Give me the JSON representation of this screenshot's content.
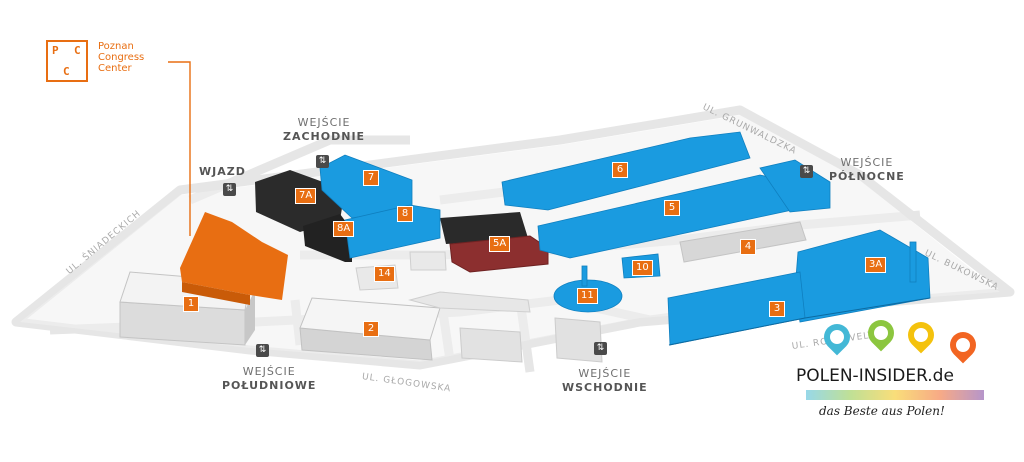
{
  "organizer_logo": {
    "mark": [
      "P",
      "C",
      "C"
    ],
    "text_lines": [
      "Poznan",
      "Congress",
      "Center"
    ]
  },
  "entrances": {
    "west": {
      "line1": "WEJŚCIE",
      "line2": "ZACHODNIE"
    },
    "north": {
      "line1": "WEJŚCIE",
      "line2": "PÓŁNOCNE"
    },
    "south": {
      "line1": "WEJŚCIE",
      "line2": "POŁUDNIOWE"
    },
    "east": {
      "line1": "WEJŚCIE",
      "line2": "WSCHODNIE"
    },
    "drive_in": "WJAZD"
  },
  "streets": {
    "grunwaldzka": "UL. GRUNWALDZKA",
    "sniadeckich": "UL. ŚNIADECKICH",
    "bukowska": "UL. BUKOWSKA",
    "glogowska": "UL. GŁOGOWSKA",
    "roosevelta": "UL. ROOSEVELTA"
  },
  "buildings": {
    "b1": "1",
    "b2": "2",
    "b3": "3",
    "b3a": "3A",
    "b4": "4",
    "b5": "5",
    "b5a": "5A",
    "b6": "6",
    "b7": "7",
    "b7a": "7A",
    "b8": "8",
    "b8a": "8A",
    "b10": "10",
    "b11": "11",
    "b14": "14"
  },
  "colors": {
    "congress_center": "#e86e12",
    "pavilion_blue": "#1a9be0",
    "pavilion_dark": "#2b2b2b",
    "pavilion_red": "#8c2f2f",
    "pavilion_grey": "#d9d9d9",
    "road": "#e6e6e6",
    "label_orange": "#e86e12"
  },
  "watermark": {
    "name": "POLEN-INSIDER.de",
    "slogan": "das Beste aus Polen!",
    "pin_colors": [
      "#43b8d6",
      "#8cc63f",
      "#f4c20d",
      "#f26522"
    ]
  }
}
